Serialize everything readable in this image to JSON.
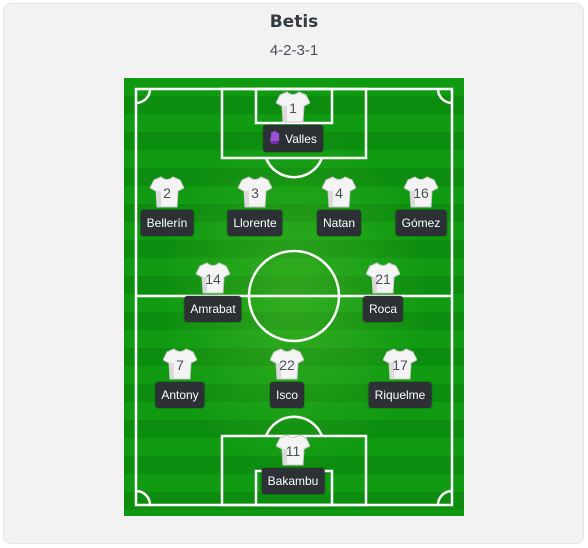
{
  "team": {
    "name": "Betis",
    "formation": "4-2-3-1"
  },
  "colors": {
    "pitch": "#109a12",
    "lines": "#ffffff",
    "tag": "#2d3136",
    "keeper_glove": "#8e44c8"
  },
  "players": [
    {
      "number": "1",
      "name": "Valles",
      "icon": "goalkeeper-glove-icon"
    },
    {
      "number": "2",
      "name": "Bellerín"
    },
    {
      "number": "3",
      "name": "Llorente"
    },
    {
      "number": "4",
      "name": "Natan"
    },
    {
      "number": "16",
      "name": "Gómez"
    },
    {
      "number": "14",
      "name": "Amrabat"
    },
    {
      "number": "21",
      "name": "Roca"
    },
    {
      "number": "7",
      "name": "Antony"
    },
    {
      "number": "22",
      "name": "Isco"
    },
    {
      "number": "17",
      "name": "Riquelme"
    },
    {
      "number": "11",
      "name": "Bakambu"
    }
  ]
}
